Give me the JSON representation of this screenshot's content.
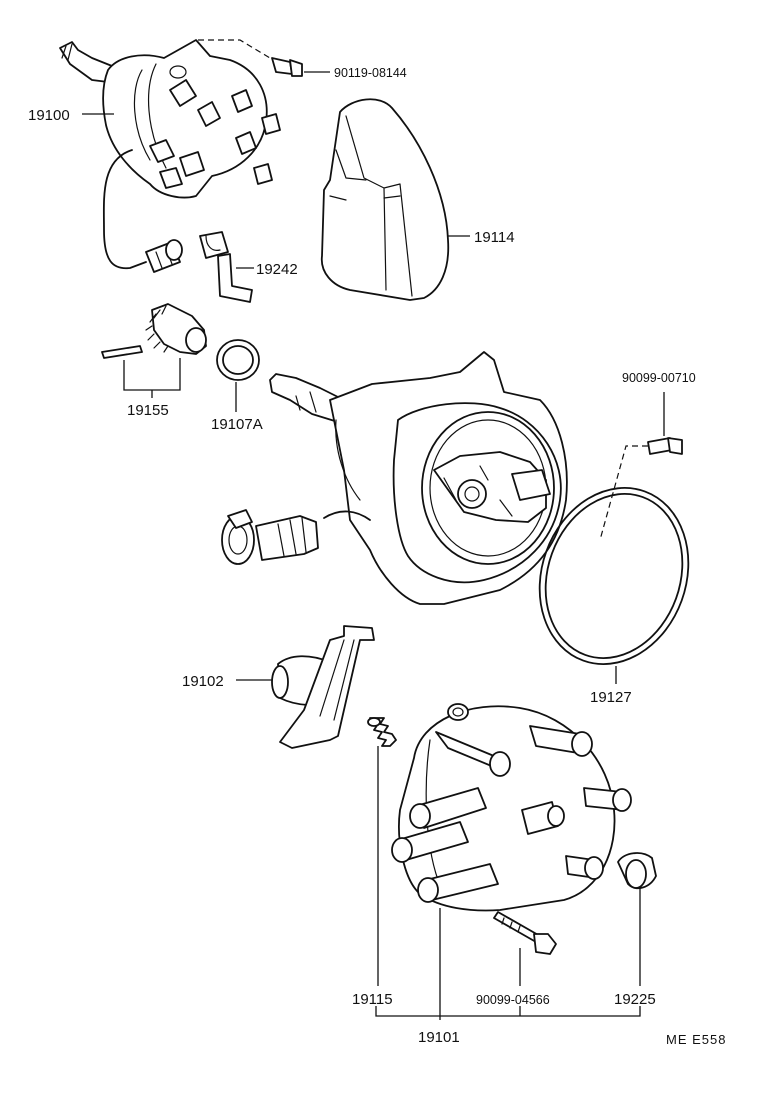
{
  "parts": {
    "p19100": "19100",
    "p90119_08144": "90119-08144",
    "p19114": "19114",
    "p19242": "19242",
    "p19155": "19155",
    "p19107A": "19107A",
    "p90099_00710": "90099-00710",
    "p19102": "19102",
    "p19127": "19127",
    "p19115": "19115",
    "p90099_04566": "90099-04566",
    "p19225": "19225",
    "p19101": "19101"
  },
  "diagram_code": "ME  E558"
}
